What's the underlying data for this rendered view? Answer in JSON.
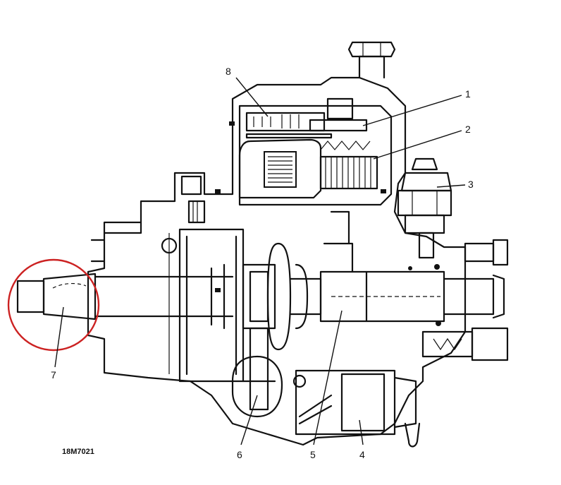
{
  "callouts": [
    {
      "id": "1",
      "text": "1"
    },
    {
      "id": "2",
      "text": "2"
    },
    {
      "id": "3",
      "text": "3"
    },
    {
      "id": "4",
      "text": "4"
    },
    {
      "id": "5",
      "text": "5"
    },
    {
      "id": "6",
      "text": "6"
    },
    {
      "id": "7",
      "text": "7"
    },
    {
      "id": "8",
      "text": "8"
    }
  ],
  "figure_code": "18M7021",
  "colors": {
    "ink": "#111111",
    "highlight_ring": "#cc2222",
    "background": "#ffffff"
  }
}
